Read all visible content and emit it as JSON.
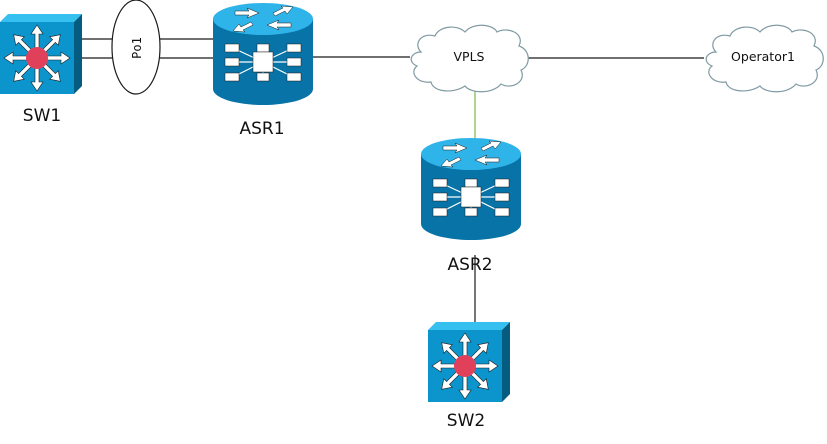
{
  "title": "Network topology",
  "colors": {
    "device_front": "#0c95cc",
    "device_top": "#35c0f0",
    "device_side": "#045d80",
    "router_body": "#0773a6",
    "router_top": "#2fb4ea",
    "switch_core": "#e0405a",
    "cloud_stroke": "#7f9aa3",
    "link": "#1a1a1a",
    "link_green": "#7ab648"
  },
  "nodes": {
    "sw1": {
      "label": "SW1",
      "type": "layer3-switch"
    },
    "po1": {
      "label": "Po1",
      "type": "port-channel"
    },
    "asr1": {
      "label": "ASR1",
      "type": "router"
    },
    "vpls": {
      "label": "VPLS",
      "type": "cloud"
    },
    "operator1": {
      "label": "Operator1",
      "type": "cloud"
    },
    "asr2": {
      "label": "ASR2",
      "type": "router"
    },
    "sw2": {
      "label": "SW2",
      "type": "layer3-switch"
    }
  },
  "links": [
    {
      "from": "SW1",
      "to": "ASR1",
      "via": "Po1",
      "count": 2
    },
    {
      "from": "ASR1",
      "to": "VPLS",
      "count": 1
    },
    {
      "from": "VPLS",
      "to": "Operator1",
      "count": 1
    },
    {
      "from": "VPLS",
      "to": "ASR2",
      "count": 1,
      "color": "green"
    },
    {
      "from": "ASR2",
      "to": "SW2",
      "count": 1
    }
  ]
}
